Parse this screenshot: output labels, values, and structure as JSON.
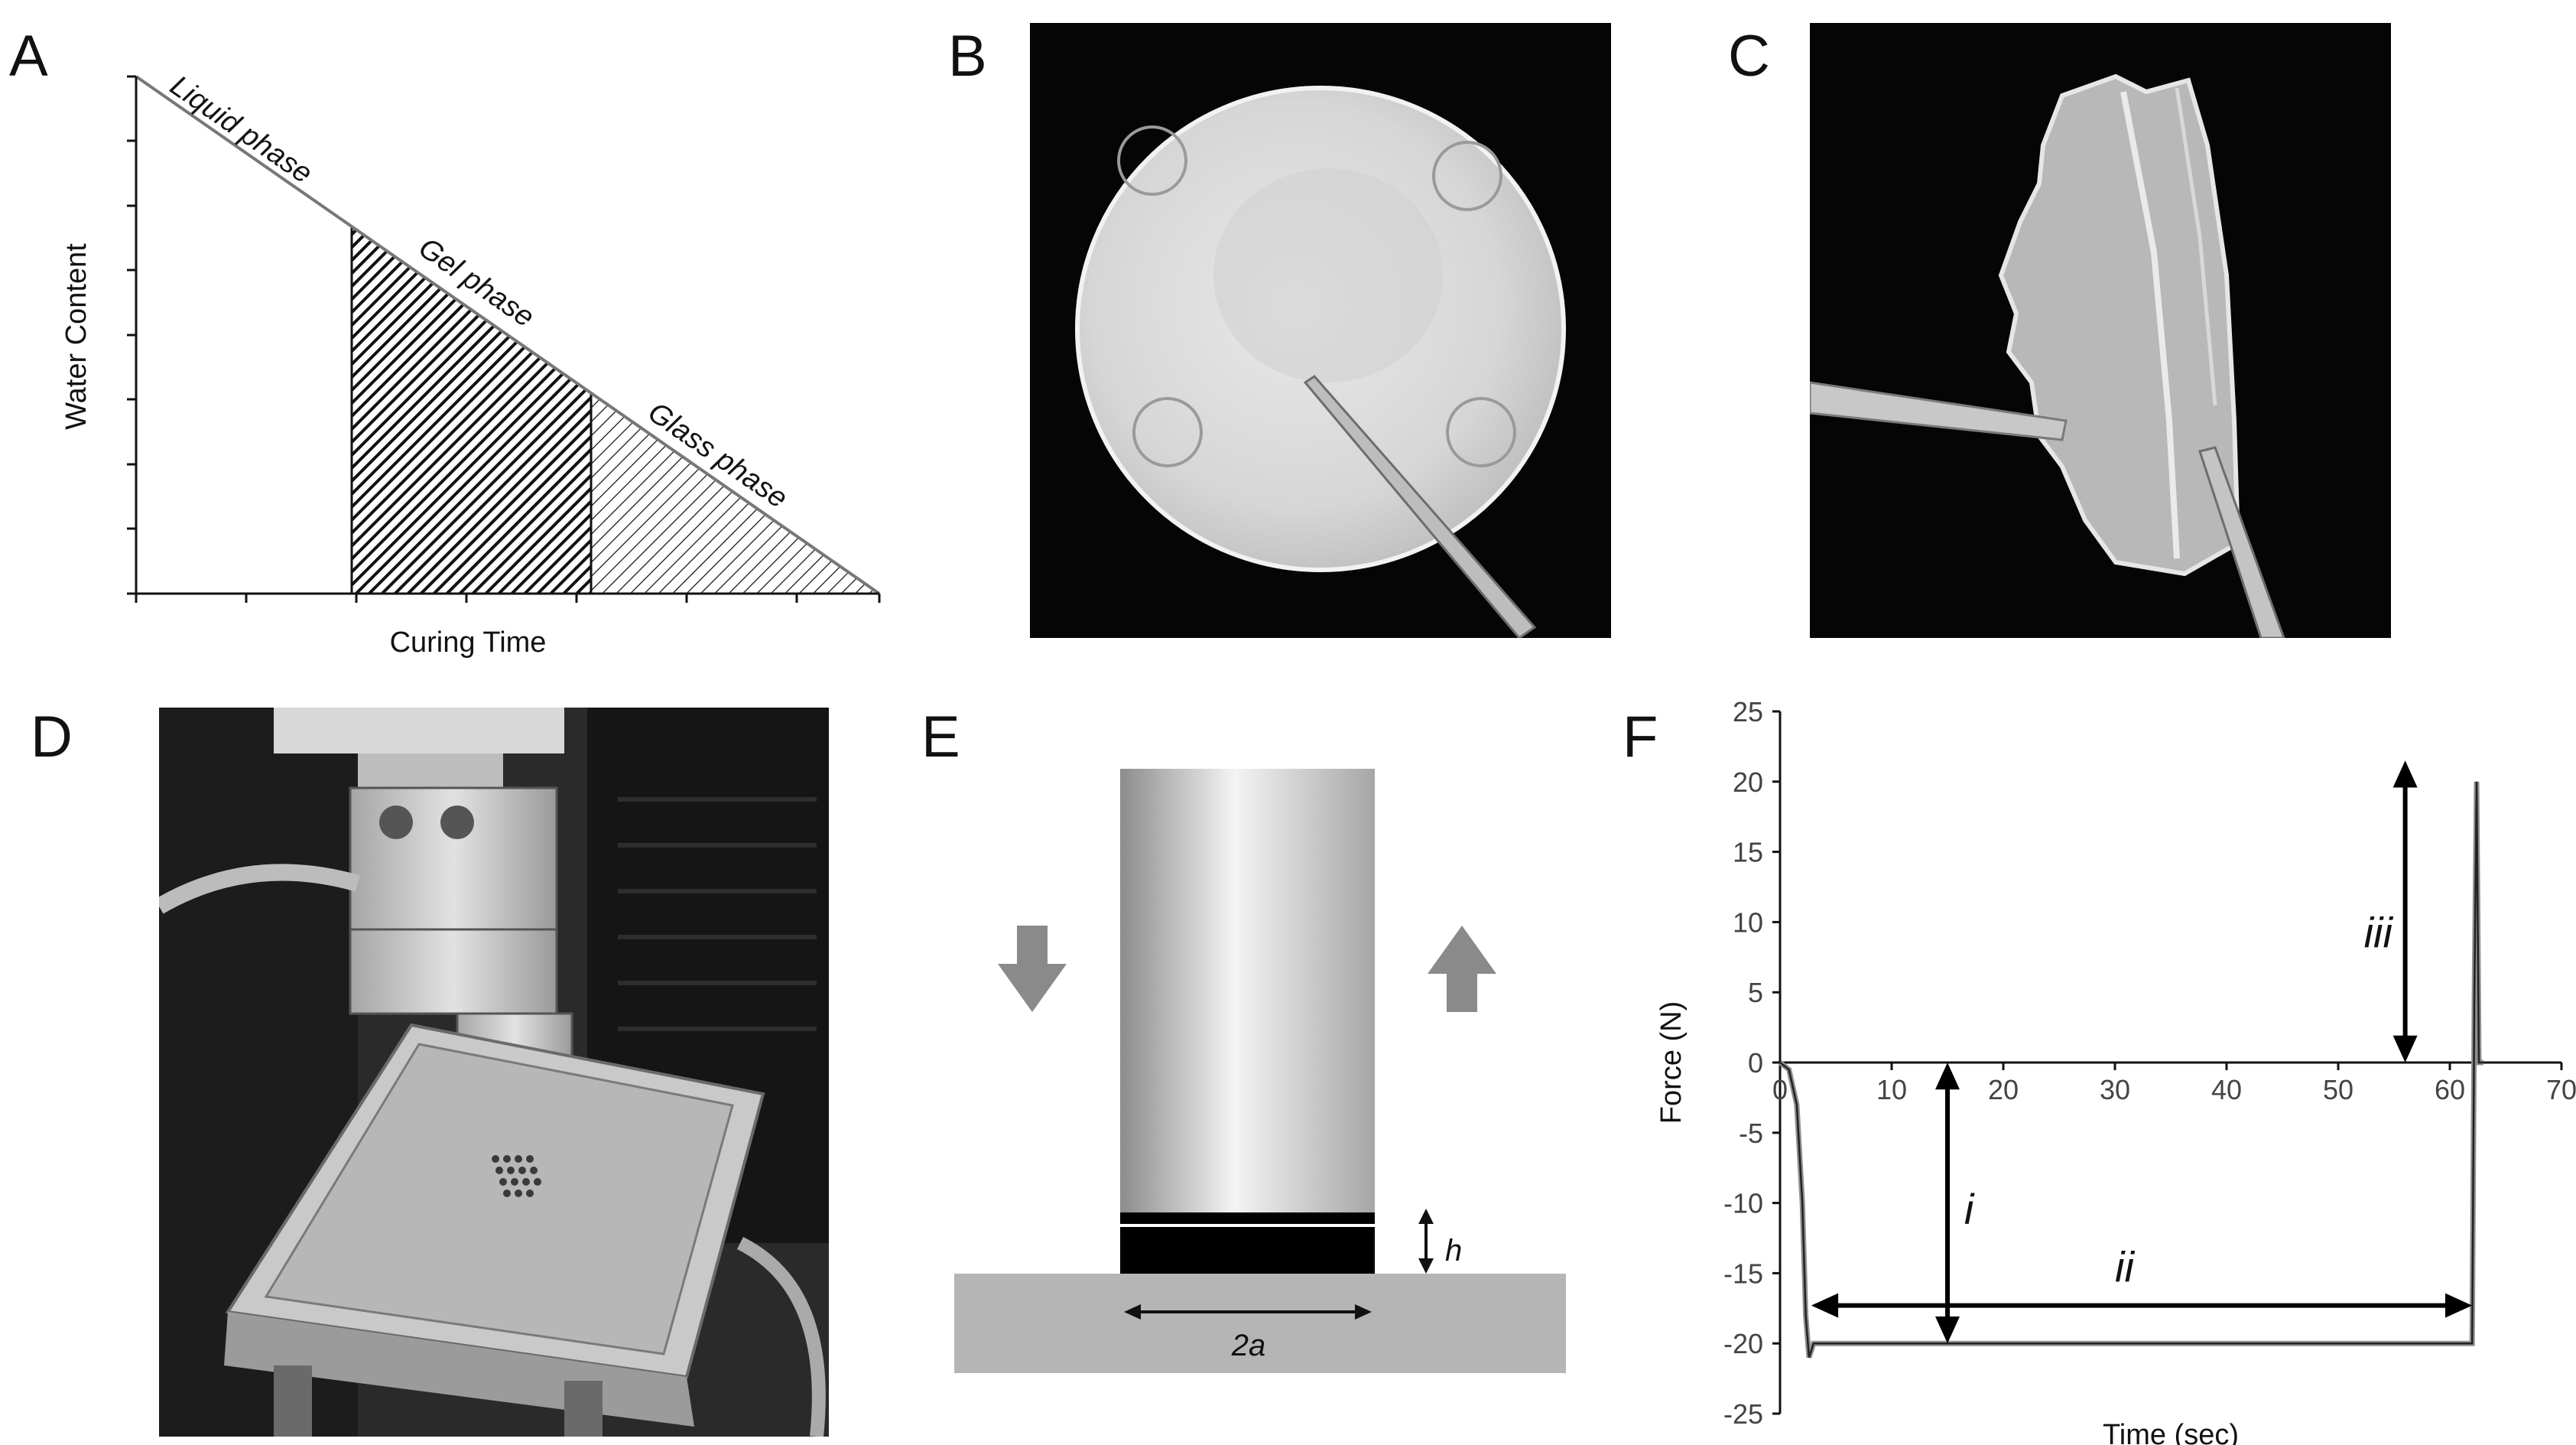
{
  "panels": {
    "a": {
      "letter": "A",
      "xlabel": "Curing Time",
      "ylabel": "Water Content",
      "phases": [
        "Liquid phase",
        "Gel phase",
        "Glass phase"
      ]
    },
    "b": {
      "letter": "B"
    },
    "c": {
      "letter": "C"
    },
    "d": {
      "letter": "D"
    },
    "e": {
      "letter": "E",
      "label_h": "h",
      "label_2a": "2a"
    },
    "f": {
      "letter": "F",
      "annotations": [
        "i",
        "ii",
        "iii"
      ],
      "chart_data": {
        "type": "line",
        "xlabel": "Time (sec)",
        "ylabel": "Force (N)",
        "xlim": [
          0,
          70
        ],
        "ylim": [
          -25,
          25
        ],
        "xticks": [
          0,
          10,
          20,
          30,
          40,
          50,
          60,
          70
        ],
        "yticks": [
          -25,
          -20,
          -15,
          -10,
          -5,
          0,
          5,
          10,
          15,
          20,
          25
        ],
        "series": [
          {
            "x": [
              0,
              0.8,
              1.5,
              2.0,
              2.3,
              2.6,
              3.0,
              10,
              20,
              30,
              40,
              50,
              60,
              62.0,
              62.2,
              62.4,
              62.6,
              63.0
            ],
            "y": [
              0,
              -0.5,
              -3,
              -10,
              -18,
              -21,
              -20,
              -20,
              -20,
              -20,
              -20,
              -20,
              -20,
              -20,
              5,
              20,
              0,
              0
            ]
          }
        ]
      }
    }
  },
  "colors": {
    "background": "#ffffff",
    "ink": "#111111",
    "gray_block": "#b5b5b5",
    "arrow_gray": "#8a8a8a"
  }
}
